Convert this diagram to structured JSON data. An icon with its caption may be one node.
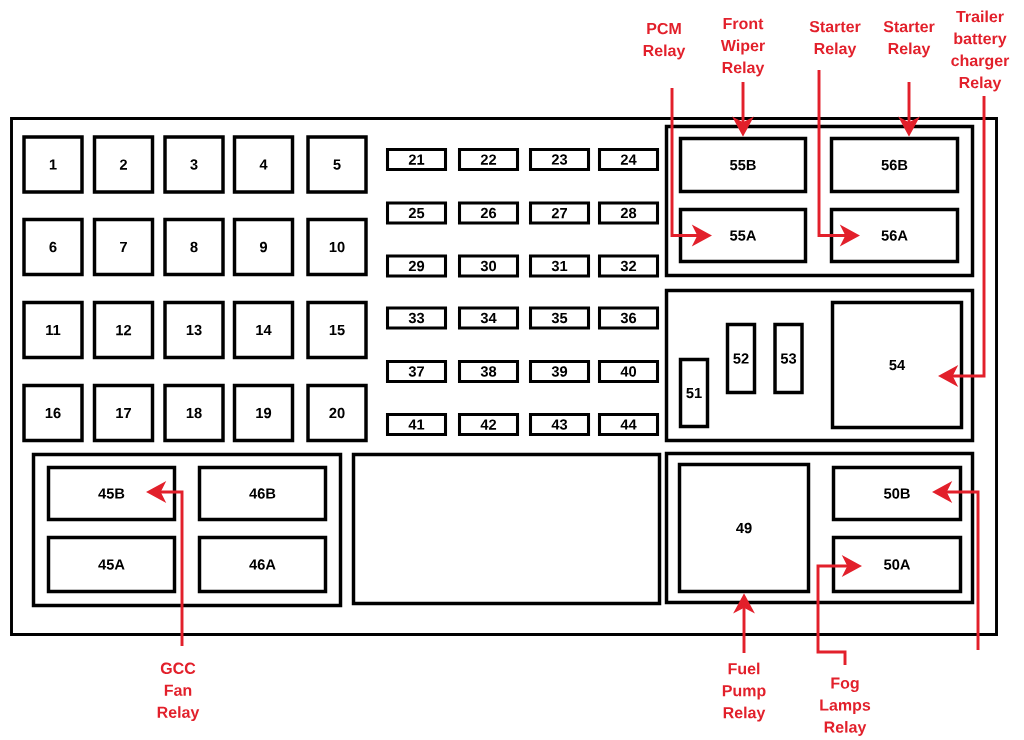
{
  "diagram": {
    "nodes": [
      {
        "text": [],
        "shape": "box"
      },
      {
        "text": [
          "1"
        ],
        "in": 0
      },
      {
        "text": [
          "2"
        ],
        "in": 0
      },
      {
        "text": [
          "3"
        ],
        "in": 0
      },
      {
        "text": [
          "4"
        ],
        "in": 0
      },
      {
        "text": [
          "5"
        ],
        "in": 0
      },
      {
        "text": [
          "6"
        ],
        "in": 0
      },
      {
        "text": [
          "7"
        ],
        "in": 0
      },
      {
        "text": [
          "8"
        ],
        "in": 0
      },
      {
        "text": [
          "9"
        ],
        "in": 0
      },
      {
        "text": [
          "10"
        ],
        "in": 0
      },
      {
        "text": [
          "11"
        ],
        "in": 0
      },
      {
        "text": [
          "12"
        ],
        "in": 0
      },
      {
        "text": [
          "13"
        ],
        "in": 0
      },
      {
        "text": [
          "14"
        ],
        "in": 0
      },
      {
        "text": [
          "15"
        ],
        "in": 0
      },
      {
        "text": [
          "16"
        ],
        "in": 0
      },
      {
        "text": [
          "17"
        ],
        "in": 0
      },
      {
        "text": [
          "18"
        ],
        "in": 0
      },
      {
        "text": [
          "19"
        ],
        "in": 0
      },
      {
        "text": [
          "20"
        ],
        "in": 0
      },
      {
        "text": [
          "21"
        ],
        "in": 0
      },
      {
        "text": [
          "22"
        ],
        "in": 0
      },
      {
        "text": [
          "23"
        ],
        "in": 0
      },
      {
        "text": [
          "24"
        ],
        "in": 0
      },
      {
        "text": [
          "25"
        ],
        "in": 0
      },
      {
        "text": [
          "26"
        ],
        "in": 0
      },
      {
        "text": [
          "27"
        ],
        "in": 0
      },
      {
        "text": [
          "28"
        ],
        "in": 0
      },
      {
        "text": [
          "29"
        ],
        "in": 0
      },
      {
        "text": [
          "30"
        ],
        "in": 0
      },
      {
        "text": [
          "31"
        ],
        "in": 0
      },
      {
        "text": [
          "32"
        ],
        "in": 0
      },
      {
        "text": [
          "33"
        ],
        "in": 0
      },
      {
        "text": [
          "34"
        ],
        "in": 0
      },
      {
        "text": [
          "35"
        ],
        "in": 0
      },
      {
        "text": [
          "36"
        ],
        "in": 0
      },
      {
        "text": [
          "37"
        ],
        "in": 0
      },
      {
        "text": [
          "38"
        ],
        "in": 0
      },
      {
        "text": [
          "39"
        ],
        "in": 0
      },
      {
        "text": [
          "40"
        ],
        "in": 0
      },
      {
        "text": [
          "41"
        ],
        "in": 0
      },
      {
        "text": [
          "42"
        ],
        "in": 0
      },
      {
        "text": [
          "43"
        ],
        "in": 0
      },
      {
        "text": [
          "44"
        ],
        "in": 0
      },
      {
        "text": [],
        "shape": "box",
        "in": 0
      },
      {
        "text": [
          "55B"
        ],
        "in": 45
      },
      {
        "text": [
          "56B"
        ],
        "in": 45
      },
      {
        "text": [
          "55A"
        ],
        "in": 45
      },
      {
        "text": [
          "56A"
        ],
        "in": 45
      },
      {
        "text": [],
        "shape": "box",
        "in": 0
      },
      {
        "text": [
          "51"
        ],
        "in": 50
      },
      {
        "text": [
          "52"
        ],
        "in": 50
      },
      {
        "text": [
          "53"
        ],
        "in": 50
      },
      {
        "text": [
          "54"
        ],
        "in": 50
      },
      {
        "text": [],
        "shape": "box",
        "in": 0
      },
      {
        "text": [
          "45B"
        ],
        "in": 55
      },
      {
        "text": [
          "46B"
        ],
        "in": 55
      },
      {
        "text": [
          "45A"
        ],
        "in": 55
      },
      {
        "text": [
          "46A"
        ],
        "in": 55
      },
      {
        "text": [],
        "shape": "box",
        "in": 0
      },
      {
        "text": [],
        "shape": "box",
        "in": 0
      },
      {
        "text": [
          "49"
        ],
        "in": 61
      },
      {
        "text": [
          "50B"
        ],
        "in": 61
      },
      {
        "text": [
          "50A"
        ],
        "in": 61
      },
      {
        "text": [
          "PCM Relay"
        ]
      },
      {
        "text": [
          "Front Wiper Relay"
        ]
      },
      {
        "text": [
          "Starter Relay"
        ]
      },
      {
        "text": [
          "Starter Relay"
        ]
      },
      {
        "text": [
          "Trailer battery charger Relay"
        ]
      },
      {
        "text": [
          "GCC Fan Relay"
        ]
      },
      {
        "text": [
          "Fuel Pump Relay"
        ]
      },
      {
        "text": [
          "Fog Lamps Relay"
        ]
      }
    ],
    "edges": [
      {
        "from": 65,
        "to": 48,
        "arrow": "to"
      },
      {
        "from": 66,
        "to": 46,
        "arrow": "to"
      },
      {
        "from": 67,
        "to": 49,
        "arrow": "to"
      },
      {
        "from": 68,
        "to": 47,
        "arrow": "to"
      },
      {
        "from": 69,
        "to": 54,
        "arrow": "to"
      },
      {
        "from": 70,
        "to": 56,
        "arrow": "to"
      },
      {
        "from": 71,
        "to": 62,
        "arrow": "to"
      },
      {
        "from": 72,
        "to": 64,
        "arrow": "to"
      },
      {
        "from": null,
        "to": 63,
        "arrow": "to"
      }
    ]
  }
}
